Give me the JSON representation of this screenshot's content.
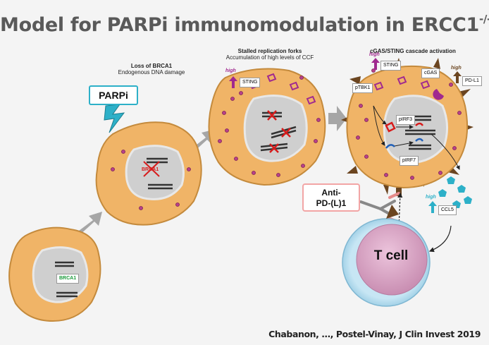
{
  "title": {
    "main": "Model for PARPi immunomodulation in ERCC1",
    "superscript": "-/-"
  },
  "stages": [
    {
      "label": "",
      "sublabel": "",
      "box": "BRCA1"
    },
    {
      "label": "Loss of BRCA1",
      "sublabel": "Endogenous DNA damage",
      "box": "BRCA1"
    },
    {
      "label": "Stalled replication forks",
      "sublabel": "Accumulation of high levels of CCF"
    },
    {
      "label": "cGAS/STING cascade activation"
    }
  ],
  "parpi_label": "PARPi",
  "anti_pdl1": {
    "line1": "Anti-",
    "line2": "PD-(L)1"
  },
  "markers": {
    "high": "high",
    "sting": "STING",
    "cgas": "cGAS",
    "ptbk1": "pTBK1",
    "pirf3": "pIRF3",
    "pirf7": "pIRF7",
    "pdl1": "PD-L1",
    "ccl5": "CCL5"
  },
  "tcell_label": "T cell",
  "citation": "Chabanon, …, Postel-Vinay, J Clin Invest 2019",
  "colors": {
    "cell_fill": "#f0b467",
    "cell_stroke": "#c48a3c",
    "nucleus": "#cfcfcf",
    "accent_teal": "#2db0c8",
    "accent_red": "#e02020",
    "vesicle": "#b8418a",
    "tcell": "#d9a6c4"
  }
}
